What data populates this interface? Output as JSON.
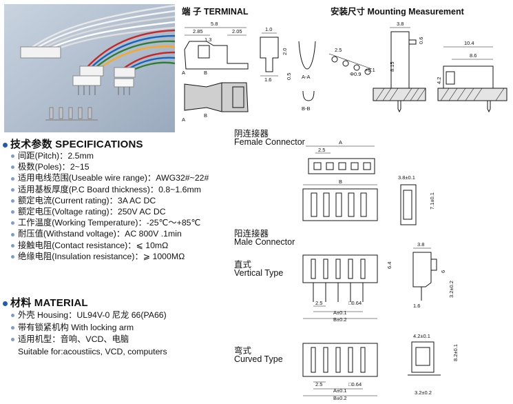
{
  "headings": {
    "terminal": "端 子 TERMINAL",
    "mounting": "安装尺寸 Mounting Measurement",
    "specifications": "技术参数 SPECIFICATIONS",
    "material": "材料 MATERIAL"
  },
  "specifications": [
    "间距(Pitch)：2.5mm",
    "极数(Poles)：2~15",
    "适用电线范围(Useable wire range)：AWG32#~22#",
    "适用基板厚度(P.C Board thickness)：0.8~1.6mm",
    "额定电流(Current rating)：3A  AC DC",
    "额定电压(Voltage rating)：250V  AC  DC",
    "工作温度(Working Temperature)：-25℃～+85℃",
    "耐压值(Withstand voltage)：AC 800V .1min",
    "接触电阻(Contact resistance)：⩽ 10mΩ",
    "绝缘电阻(Insulation resistance)：⩾ 1000MΩ"
  ],
  "material": [
    "外壳 Housing：UL94V-0 尼龙 66(PA66)",
    "带有锁紧机构 With locking arm",
    "适用机型：音响、VCD、电脑",
    "Suitable for:acoustiics, VCD, computers"
  ],
  "connectors": {
    "female_cn": "阴连接器",
    "female_en": "Female Connector",
    "male_cn": "阳连接器",
    "male_en": "Male Connector",
    "vertical_cn": "直式",
    "vertical_en": "Vertical Type",
    "curved_cn": "弯式",
    "curved_en": "Curved Type"
  },
  "dims": {
    "t_58": "5.8",
    "t_285": "2.85",
    "t_205": "2.05",
    "t_13": "1.3",
    "t_10": "1.0",
    "t_20": "2.0",
    "t_16": "1.6",
    "t_05": "0.5",
    "t_a": "A",
    "t_b": "B",
    "t_aa": "A-A",
    "t_bb": "B-B",
    "m_25": "2.5",
    "m_09": "Φ0.9",
    "m_tol": "+0.1",
    "m_38": "3.8",
    "m_06": "0.6",
    "m_104": "10.4",
    "m_86": "8.6",
    "m_815": "8.15",
    "m_42": "4.2",
    "f_a": "A",
    "f_25": "2.5",
    "f_b": "B",
    "f_38": "3.8±0.1",
    "f_71": "7.1±0.1",
    "v_38": "3.8",
    "v_64": "6.4",
    "v_6": "6",
    "v_32": "3.2±0.2",
    "v_16": "1.6",
    "v_25": "2.5",
    "v_064": "□0.64",
    "v_a": "A±0.1",
    "v_b": "B±0.2",
    "c_42": "4.2±0.1",
    "c_82": "8.2±0.1",
    "c_25": "2.5",
    "c_064": "□0.64",
    "c_a": "A±0.1",
    "c_b": "B±0.2",
    "c_32": "3.2±0.2"
  },
  "colors": {
    "bullet_dot": "#1f5da8",
    "sub_bullet": "#7d9cc7",
    "photo_bg": "#b9c6d6"
  }
}
